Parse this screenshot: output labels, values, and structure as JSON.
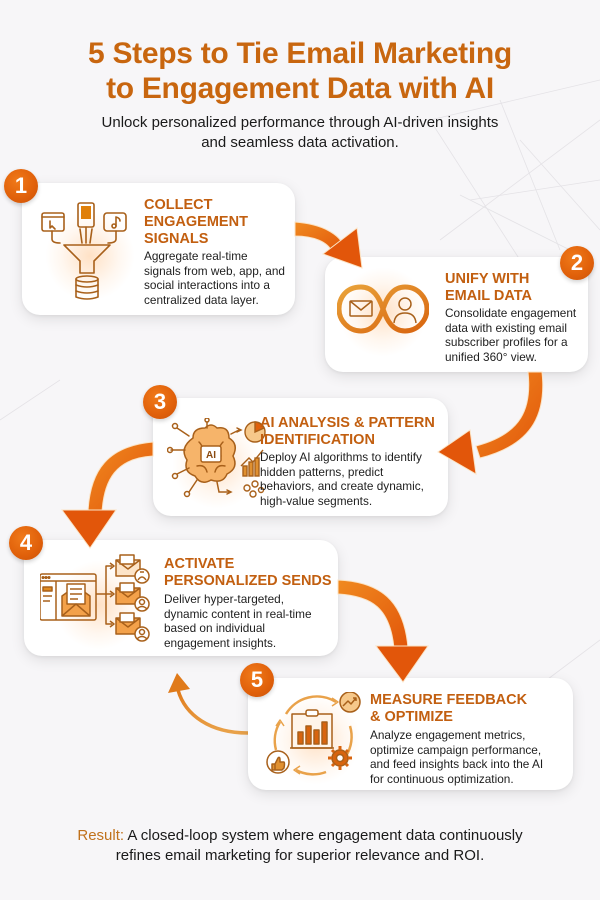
{
  "header": {
    "title_line1": "5 Steps to Tie Email Marketing",
    "title_line2": "to Engagement Data with AI",
    "subtitle_line1": "Unlock personalized performance through AI-driven insights",
    "subtitle_line2": "and seamless data activation."
  },
  "steps": [
    {
      "number": "1",
      "title_line1": "COLLECT",
      "title_line2": "ENGAGEMENT",
      "title_line3": "SIGNALS",
      "desc_lines": [
        "Aggregate real-time",
        "signals from web, app, and",
        "social interactions into a",
        "centralized data layer."
      ],
      "icon": "funnel-data-icon"
    },
    {
      "number": "2",
      "title_line1": "UNIFY WITH",
      "title_line2": "EMAIL DATA",
      "desc_lines": [
        "Consolidate engagement",
        "data with existing email",
        "subscriber profiles for a",
        "unified 360° view."
      ],
      "icon": "infinity-email-user-icon"
    },
    {
      "number": "3",
      "title_line1": "AI ANALYSIS & PATTERN",
      "title_line2": "IDENTIFICATION",
      "desc_lines": [
        "Deploy AI algorithms to identify",
        "hidden patterns, predict",
        "behaviors, and create dynamic,",
        "high-value segments."
      ],
      "icon": "ai-brain-icon",
      "icon_label": "AI"
    },
    {
      "number": "4",
      "title_line1": "ACTIVATE",
      "title_line2": "PERSONALIZED SENDS",
      "desc_lines": [
        "Deliver hyper-targeted,",
        "dynamic content in real-time",
        "based on individual",
        "engagement insights."
      ],
      "icon": "email-dispatch-icon"
    },
    {
      "number": "5",
      "title_line1": "MEASURE FEEDBACK",
      "title_line2": "& OPTIMIZE",
      "desc_lines": [
        "Analyze engagement metrics,",
        "optimize campaign performance,",
        "and feed insights back into the AI",
        "for continuous optimization."
      ],
      "icon": "feedback-cycle-icon"
    }
  ],
  "footer": {
    "result_label": "Result:",
    "result_line1": "A closed-loop system where engagement data continuously",
    "result_line2": "refines email marketing for superior relevance and ROI."
  },
  "colors": {
    "title": "#c8660f",
    "accent_orange": "#e8620c",
    "badge": "#e0600a",
    "icon_stroke": "#a8601a",
    "result_label": "#c0721c",
    "background": "#f7f6f8"
  }
}
